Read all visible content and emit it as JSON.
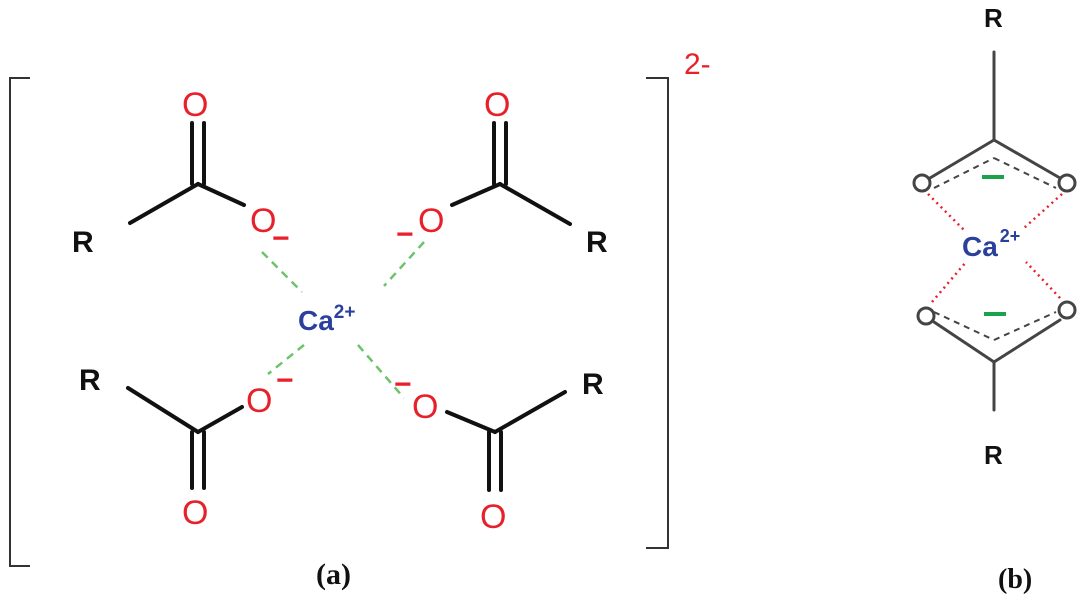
{
  "colors": {
    "bond": "#111111",
    "oxygen": "#e8202a",
    "calcium": "#2b3f9c",
    "coordination_a": "#6cc46a",
    "charge_b": "#1aa34a",
    "coordination_b": "#e8202a",
    "bond_b": "#444444"
  },
  "panel_a": {
    "caption": "(a)",
    "complex_charge": "2-",
    "metal": "Ca",
    "metal_charge": "2+",
    "r_group": "R",
    "oxygen": "O",
    "negative_sign": "−"
  },
  "panel_b": {
    "caption": "(b)",
    "metal": "Ca",
    "metal_charge": "2+",
    "r_group": "R",
    "oxygen": "O"
  }
}
